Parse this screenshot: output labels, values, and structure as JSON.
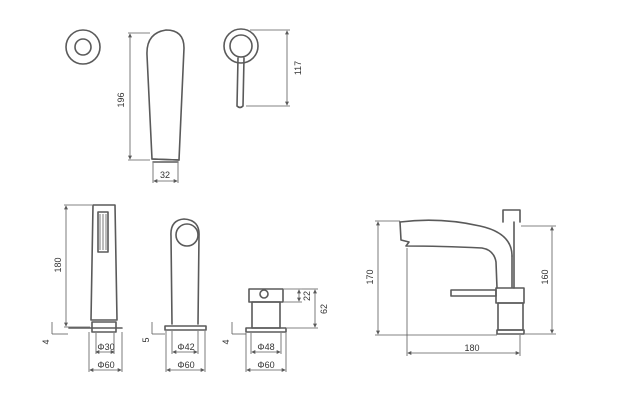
{
  "drawing": {
    "spout_top": {
      "height": "196",
      "width": "32"
    },
    "lever": {
      "height": "117"
    },
    "hand_shower": {
      "height": "180",
      "base_offset": "4",
      "inner_diameter": "Φ30",
      "outer_diameter": "Φ60"
    },
    "spout_side": {
      "base_offset": "5",
      "inner_diameter": "Φ42",
      "outer_diameter": "Φ60"
    },
    "valve": {
      "height": "62",
      "cap_height": "22",
      "base_offset": "4",
      "inner_diameter": "Φ48",
      "outer_diameter": "Φ60"
    },
    "mixer": {
      "height_left": "170",
      "height_right": "160",
      "length": "180"
    }
  }
}
